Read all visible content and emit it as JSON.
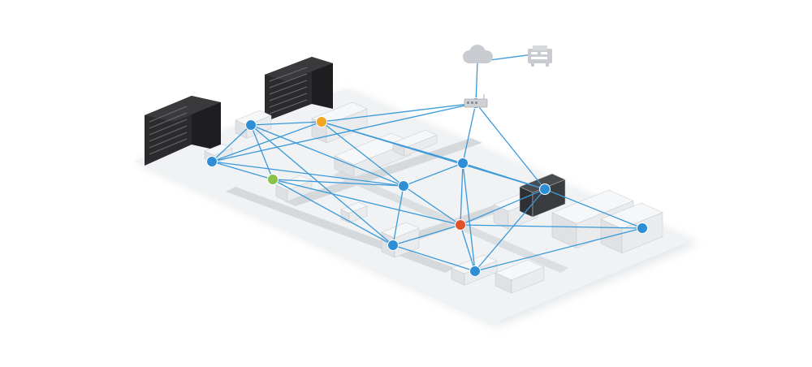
{
  "scene": {
    "type": "isometric-factory-network",
    "text_labels": []
  },
  "colors": {
    "background": "#ffffff",
    "floor": "#eef0f2",
    "floor_shadow": "#dfe2e5",
    "aisle": "#c9ccd0",
    "link": "#3a9ad9",
    "node_default": "#2f8fd6",
    "node_orange": "#f4a523",
    "node_red": "#e2522a",
    "node_green": "#8bc34a",
    "rack": "#2a2a2c",
    "machine": "#e9eaec",
    "machine_dark": "#3a3b3e",
    "cloud": "#c8cbcf"
  },
  "icons": [
    "cloud-icon",
    "server-icon",
    "router-icon"
  ],
  "nodes": [
    {
      "id": "n1",
      "type": "default"
    },
    {
      "id": "n2",
      "type": "default"
    },
    {
      "id": "n3",
      "type": "orange"
    },
    {
      "id": "n4",
      "type": "green"
    },
    {
      "id": "n5",
      "type": "default"
    },
    {
      "id": "n6",
      "type": "default"
    },
    {
      "id": "n7",
      "type": "default"
    },
    {
      "id": "n8",
      "type": "red"
    },
    {
      "id": "n9",
      "type": "default"
    },
    {
      "id": "n10",
      "type": "default"
    },
    {
      "id": "n11",
      "type": "default"
    },
    {
      "id": "hub",
      "type": "router"
    },
    {
      "id": "cloud",
      "type": "cloud"
    },
    {
      "id": "server",
      "type": "server"
    }
  ],
  "links": [
    [
      "n1",
      "n2"
    ],
    [
      "n1",
      "n3"
    ],
    [
      "n1",
      "n4"
    ],
    [
      "n1",
      "n5"
    ],
    [
      "n1",
      "hub"
    ],
    [
      "n2",
      "n4"
    ],
    [
      "n2",
      "n5"
    ],
    [
      "n2",
      "n9"
    ],
    [
      "n2",
      "n3"
    ],
    [
      "n3",
      "n5"
    ],
    [
      "n3",
      "n6"
    ],
    [
      "n3",
      "n7"
    ],
    [
      "n3",
      "hub"
    ],
    [
      "n4",
      "n9"
    ],
    [
      "n4",
      "n5"
    ],
    [
      "n4",
      "n8"
    ],
    [
      "n5",
      "n6"
    ],
    [
      "n5",
      "n8"
    ],
    [
      "n5",
      "n9"
    ],
    [
      "n6",
      "n7"
    ],
    [
      "n6",
      "n8"
    ],
    [
      "n6",
      "hub"
    ],
    [
      "n6",
      "n10"
    ],
    [
      "n7",
      "hub"
    ],
    [
      "n7",
      "n8"
    ],
    [
      "n7",
      "n11"
    ],
    [
      "n8",
      "n9"
    ],
    [
      "n8",
      "n10"
    ],
    [
      "n8",
      "n11"
    ],
    [
      "n9",
      "n10"
    ],
    [
      "n10",
      "n11"
    ],
    [
      "n10",
      "n7"
    ],
    [
      "hub",
      "cloud"
    ],
    [
      "cloud",
      "server"
    ]
  ]
}
